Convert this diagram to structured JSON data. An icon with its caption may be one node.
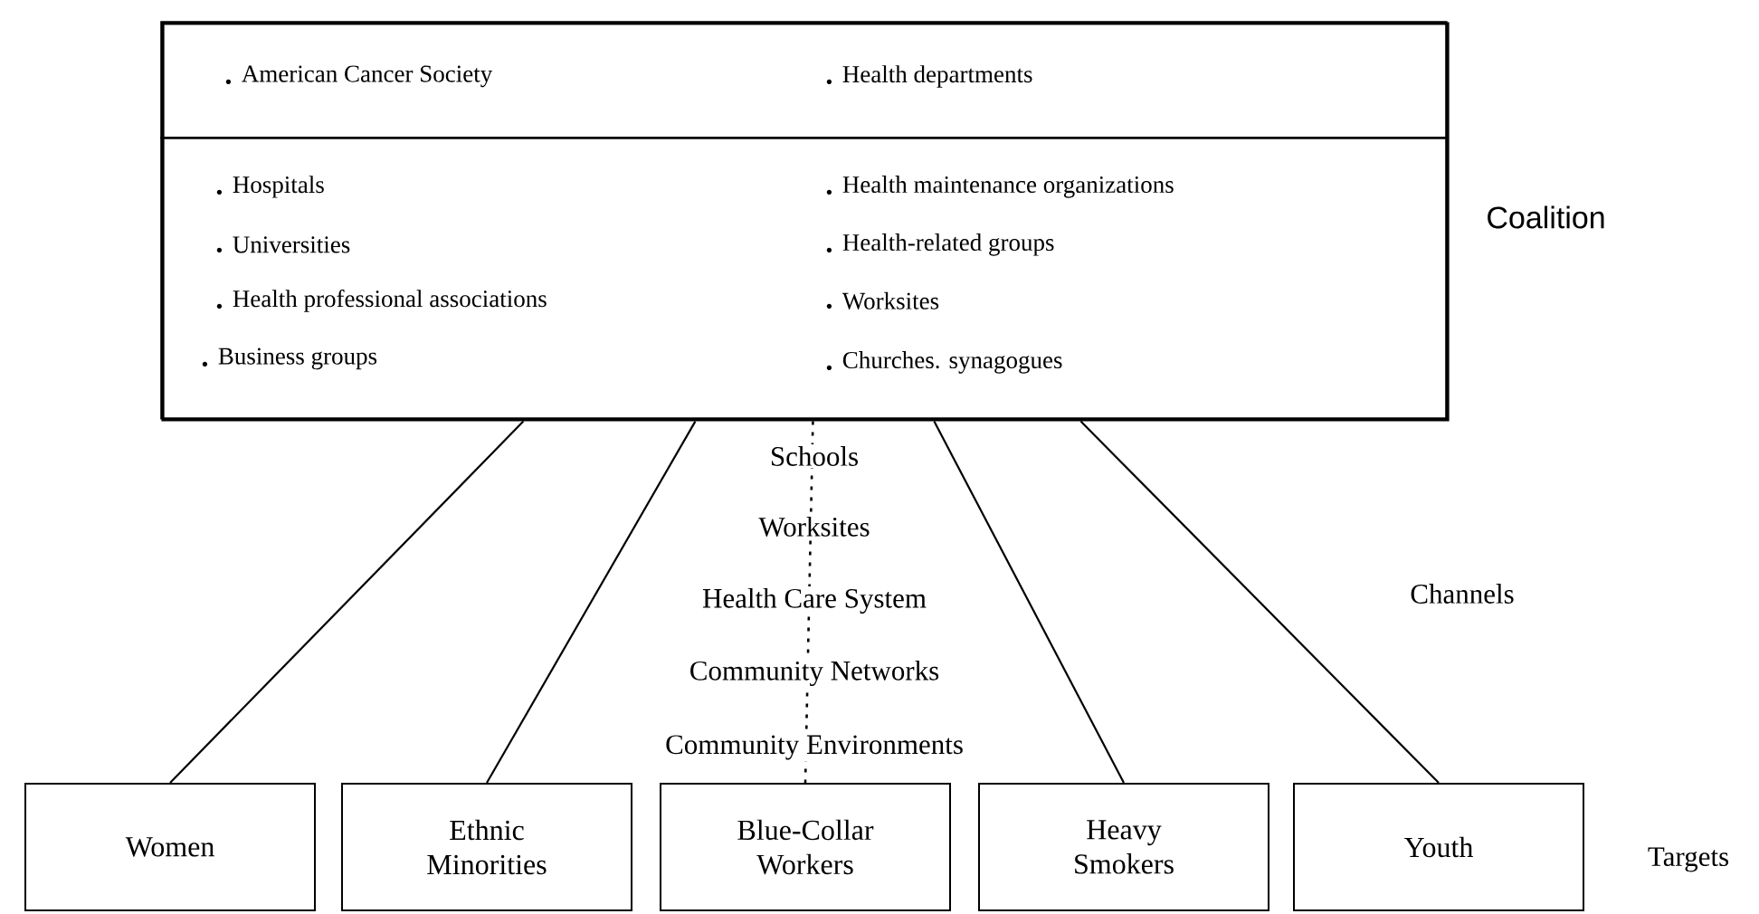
{
  "diagram": {
    "nodes": [
      {
        "text": [],
        "shape": "box",
        "beside": [
          "Coalition"
        ]
      },
      {
        "text": [
          "American Cancer Society",
          "Health departments"
        ],
        "in": 0
      },
      {
        "text": [
          "Hospitals",
          "Universities",
          "Health professional associations",
          "Business groups",
          "Health maintenance organizations",
          "Health-related groups",
          "Worksites",
          "Churches. synagogues"
        ],
        "in": 0
      },
      {
        "text": [
          "Women"
        ]
      },
      {
        "text": [
          "Ethnic Minorities"
        ]
      },
      {
        "text": [
          "Blue-Collar Workers"
        ]
      },
      {
        "text": [
          "Heavy Smokers"
        ]
      },
      {
        "text": [
          "Youth"
        ]
      }
    ],
    "edges": [
      {
        "from": 0,
        "to": 3,
        "arrow": "none"
      },
      {
        "from": 0,
        "to": 4,
        "arrow": "none"
      },
      {
        "from": 0,
        "to": 5,
        "arrow": "none",
        "style": "dashed"
      },
      {
        "from": 0,
        "to": 6,
        "arrow": "none"
      },
      {
        "from": 0,
        "to": 7,
        "arrow": "none"
      }
    ],
    "labels": [
      "Schools",
      "Worksites",
      "Health Care System",
      "Channels",
      "Community Networks",
      "Community Environments",
      "Targets"
    ]
  }
}
